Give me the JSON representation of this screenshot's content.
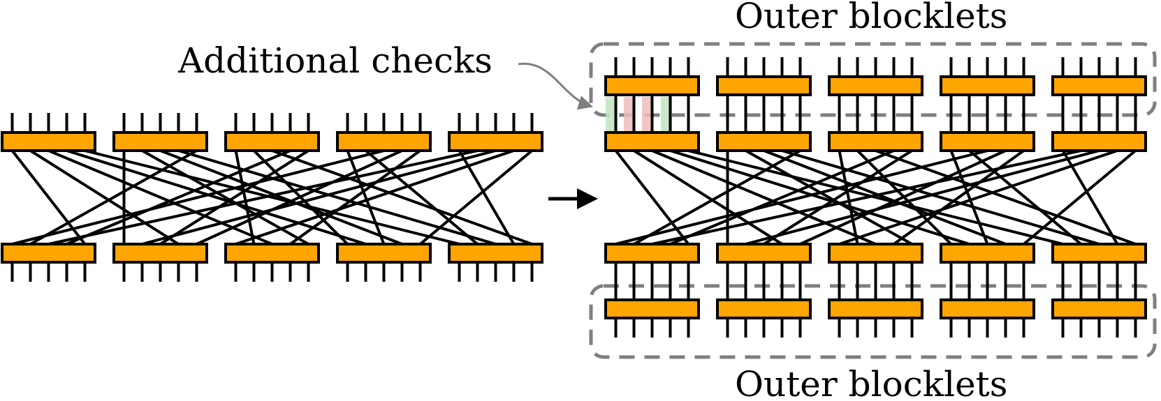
{
  "labels": {
    "outer_top": "Outer blocklets",
    "outer_bottom": "Outer blocklets",
    "additional_checks": "Additional checks"
  },
  "colors": {
    "block_fill": "#FFA500",
    "line": "#000000",
    "dashed_group": "#7f7f7f",
    "check_green": "#bfe3bf",
    "check_red": "#efbcbc",
    "callout": "#7f7f7f"
  },
  "structure": {
    "blocks_per_row": 5,
    "wires_per_block": 5,
    "left_rows": 2,
    "right_rows": 4
  }
}
